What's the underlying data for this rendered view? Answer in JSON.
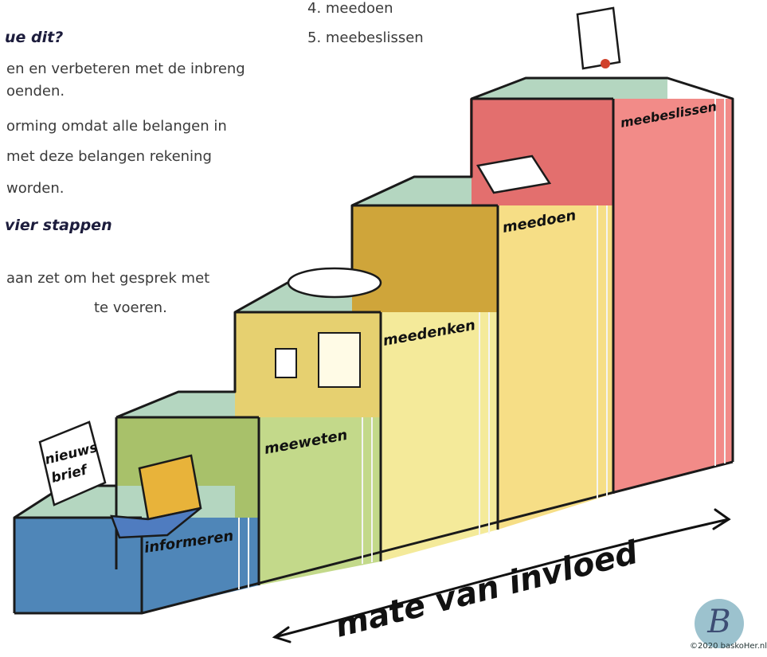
{
  "intro": {
    "heading1": "ue dit?",
    "para1": [
      "en en verbeteren met de inbreng",
      "oenden.",
      "orming omdat alle belangen in",
      "met deze belangen rekening",
      "worden."
    ],
    "heading2": "vier stappen",
    "para2": [
      "aan zet om het gesprek met",
      "te voeren."
    ]
  },
  "steps_list": [
    "4. meedoen",
    "5. meebeslissen"
  ],
  "stairs": {
    "labels": [
      "informeren",
      "meeweten",
      "meedenken",
      "meedoen",
      "meebeslissen"
    ],
    "colors": [
      "#4f86b8",
      "#a8c16a",
      "#e6d070",
      "#cfa53a",
      "#e36f6e"
    ],
    "wall_colors": [
      "#4f86b8",
      "#c3d98a",
      "#f4ea9a",
      "#f6de86",
      "#f28b88"
    ],
    "top_color": "#b4d6c0"
  },
  "props": {
    "newsletter_line1": "nieuws",
    "newsletter_line2": "brief"
  },
  "axis": {
    "label": "mate van invloed"
  },
  "logo": {
    "credit": "©2020 baskoHer.nl"
  }
}
